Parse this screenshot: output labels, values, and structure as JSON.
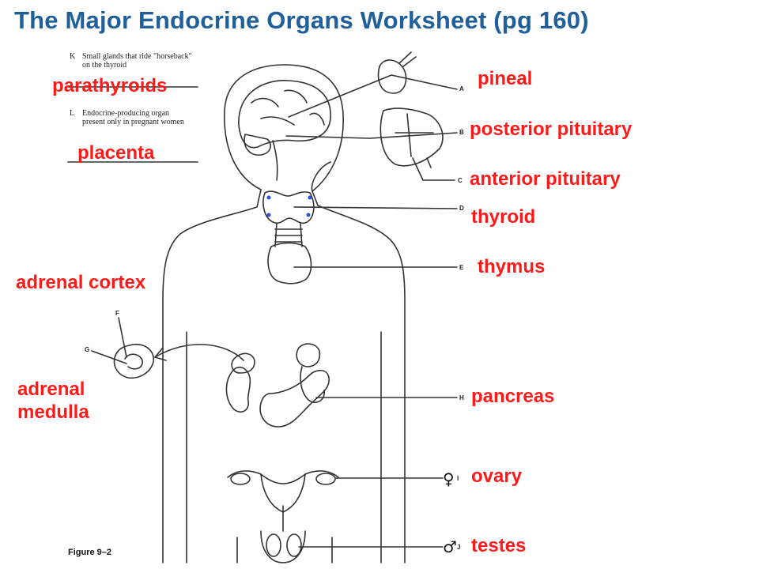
{
  "title": "The Major Endocrine Organs Worksheet (pg 160)",
  "labels": {
    "parathyroids": "parathyroids",
    "placenta": "placenta",
    "adrenal_cortex": "adrenal cortex",
    "adrenal_medulla": "adrenal medulla",
    "pineal": "pineal",
    "posterior_pituitary": "posterior pituitary",
    "anterior_pituitary": "anterior pituitary",
    "thyroid": "thyroid",
    "thymus": "thymus",
    "pancreas": "pancreas",
    "ovary": "ovary",
    "testes": "testes"
  },
  "worksheet_text": {
    "k_letter": "K",
    "k_desc": "Small glands that ride \"horseback\" on the thyroid",
    "l_letter": "L",
    "l_desc": "Endocrine-producing organ present only in pregnant women"
  },
  "letters": {
    "a": "A",
    "b": "B",
    "c": "C",
    "d": "D",
    "e": "E",
    "f": "F",
    "g": "G",
    "h": "H",
    "i": "I",
    "j": "J"
  },
  "symbols": {
    "female": "♀",
    "male": "♂"
  },
  "figure_caption": "Figure 9–2",
  "colors": {
    "title": "#1f5f9a",
    "label": "#ff1a1a",
    "line": "#333333"
  }
}
